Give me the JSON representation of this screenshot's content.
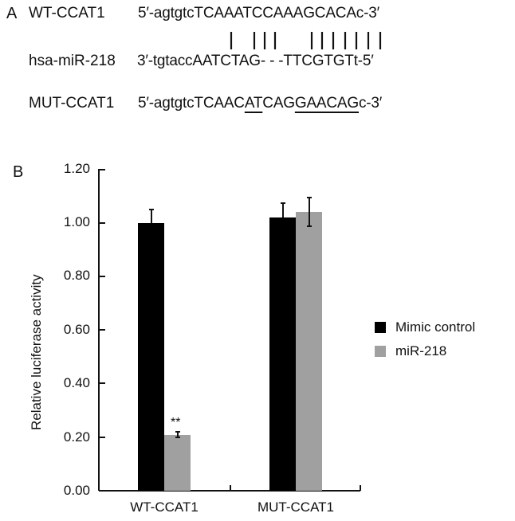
{
  "panel_a": {
    "letter": "A",
    "rows": [
      {
        "label": "WT-CCAT1",
        "prefix": "5′-agtgtc",
        "seq": "TCAAATCCAAAGCACA",
        "suffix": "c-3′"
      },
      {
        "label": "hsa-miR-218",
        "prefix": "3′-tgtacc",
        "seq": "AATCTAG- - -TTCGTGT",
        "suffix": "t-5′"
      },
      {
        "label": "MUT-CCAT1",
        "prefix": "5′-agtgtc",
        "seq_parts": [
          "TCAAC",
          "AT",
          "CAG",
          "GAACAG",
          ""
        ],
        "suffix": "c-3′"
      }
    ],
    "pairing_marks": "| ||| |||||||"
  },
  "panel_b": {
    "letter": "B"
  },
  "chart_data": {
    "type": "bar",
    "title": "",
    "xlabel": "",
    "ylabel": "Relative luciferase activity",
    "categories": [
      "WT-CCAT1",
      "MUT-CCAT1"
    ],
    "series": [
      {
        "name": "Mimic control",
        "color": "#000000",
        "values": [
          1.0,
          1.02
        ],
        "errors": [
          0.05,
          0.05
        ]
      },
      {
        "name": "miR-218",
        "color": "#a0a0a0",
        "values": [
          0.21,
          1.04
        ],
        "errors": [
          0.01,
          0.05
        ]
      }
    ],
    "annotations": [
      {
        "category": "WT-CCAT1",
        "series": "miR-218",
        "text": "**"
      }
    ],
    "ylim": [
      0,
      1.2
    ],
    "yticks": [
      "0.00",
      "0.20",
      "0.40",
      "0.60",
      "0.80",
      "1.00",
      "1.20"
    ],
    "grid": false,
    "legend_position": "right"
  }
}
